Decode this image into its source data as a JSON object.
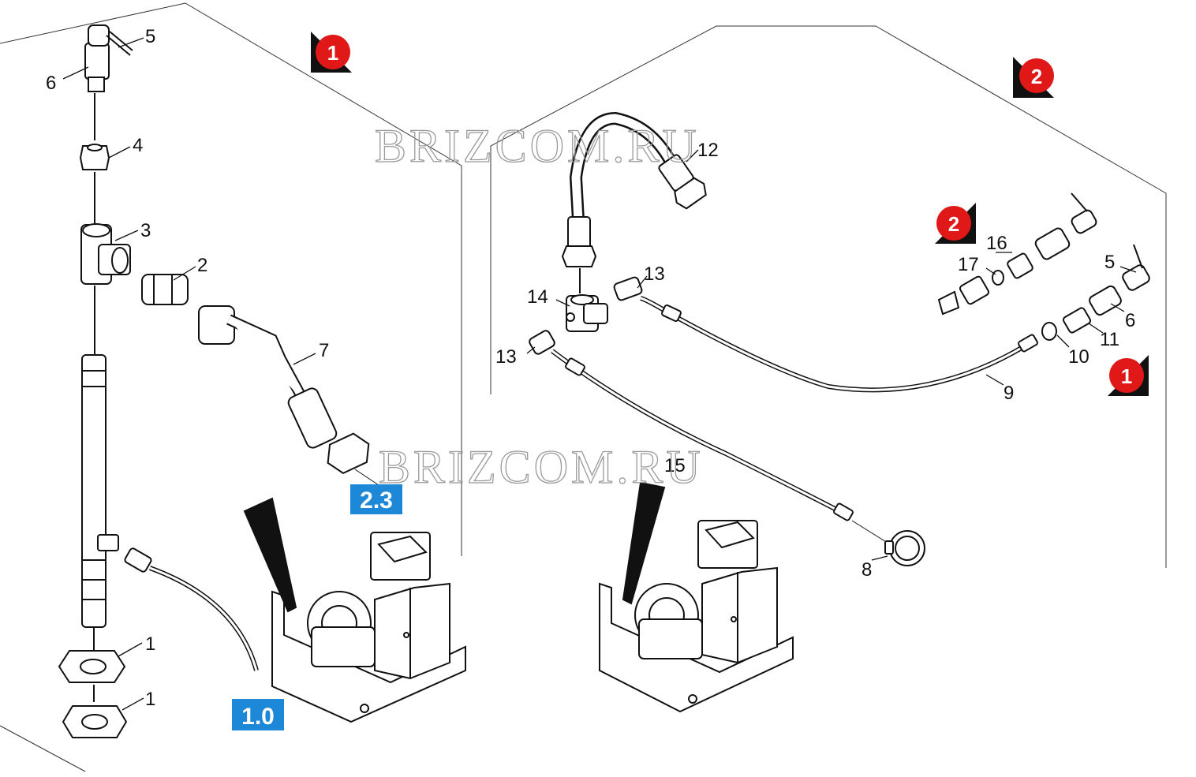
{
  "watermark": "BRIZCOM.RU",
  "callouts": [
    "1",
    "2",
    "3",
    "4",
    "5",
    "6",
    "7",
    "8",
    "9",
    "10",
    "11",
    "12",
    "13",
    "14",
    "15",
    "16",
    "17"
  ],
  "labels": {
    "l1a": "1",
    "l1b": "1",
    "l2": "2",
    "l3": "3",
    "l4": "4",
    "l5a": "5",
    "l6a": "6",
    "l7": "7",
    "l12": "12",
    "l13a": "13",
    "l13b": "13",
    "l14": "14",
    "l15": "15",
    "l16": "16",
    "l17": "17",
    "l5b": "5",
    "l6b": "6",
    "l11": "11",
    "l10": "10",
    "l9": "9",
    "l8": "8"
  },
  "view_markers": {
    "m1a": "1",
    "m2a": "2",
    "m2b": "2",
    "m1b": "1"
  },
  "ref_badges": {
    "b23": "2.3",
    "b10": "1.0"
  },
  "colors": {
    "marker_red": "#e01818",
    "badge_blue": "#1e88d8",
    "line": "#222222"
  }
}
